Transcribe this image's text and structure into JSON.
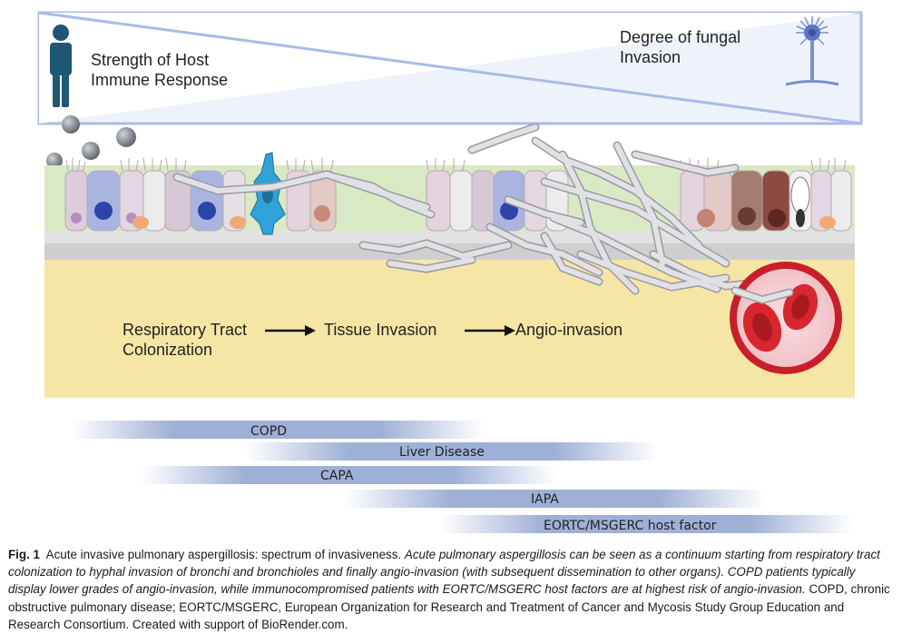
{
  "gradient_box": {
    "left_label_line1": "Strength of Host",
    "left_label_line2": "Immune Response",
    "right_label_line1": "Degree of fungal",
    "right_label_line2": "Invasion"
  },
  "stages": {
    "stage1_line1": "Respiratory Tract",
    "stage1_line2": "Colonization",
    "stage2": "Tissue Invasion",
    "stage3": "Angio-invasion"
  },
  "bars": [
    {
      "label": "COPD"
    },
    {
      "label": "Liver Disease"
    },
    {
      "label": "CAPA"
    },
    {
      "label": "IAPA"
    },
    {
      "label": "EORTC/MSGERC host factor"
    }
  ],
  "caption": {
    "fig_label": "Fig. 1",
    "title": "Acute invasive pulmonary aspergillosis: spectrum of invasiveness.",
    "italic_text": "Acute pulmonary aspergillosis can be seen as a continuum starting from respiratory tract colonization to hyphal invasion of bronchi and bronchioles and finally angio-invasion (with subsequent dissemination to other organs). COPD patients typically display lower grades of angio-invasion, while immunocompromised patients with EORTC/MSGERC host factors are at highest risk of angio-invasion.",
    "rest_text": "COPD, chronic obstructive pulmonary disease; EORTC/MSGERC, European Organization for Research and Treatment of Cancer and Mycosis Study Group Education and Research Consortium. Created with support of BioRender.com."
  },
  "colors": {
    "box_border": "#9db3e4",
    "box_fill": "#eef3fb",
    "tissue_green": "#d8e9c4",
    "membrane_gray": "#d4d4d4",
    "submucosa_yellow": "#f5e6a6",
    "bar_blue": "#8ea2cf",
    "hyphae": "#c8c8ce"
  }
}
